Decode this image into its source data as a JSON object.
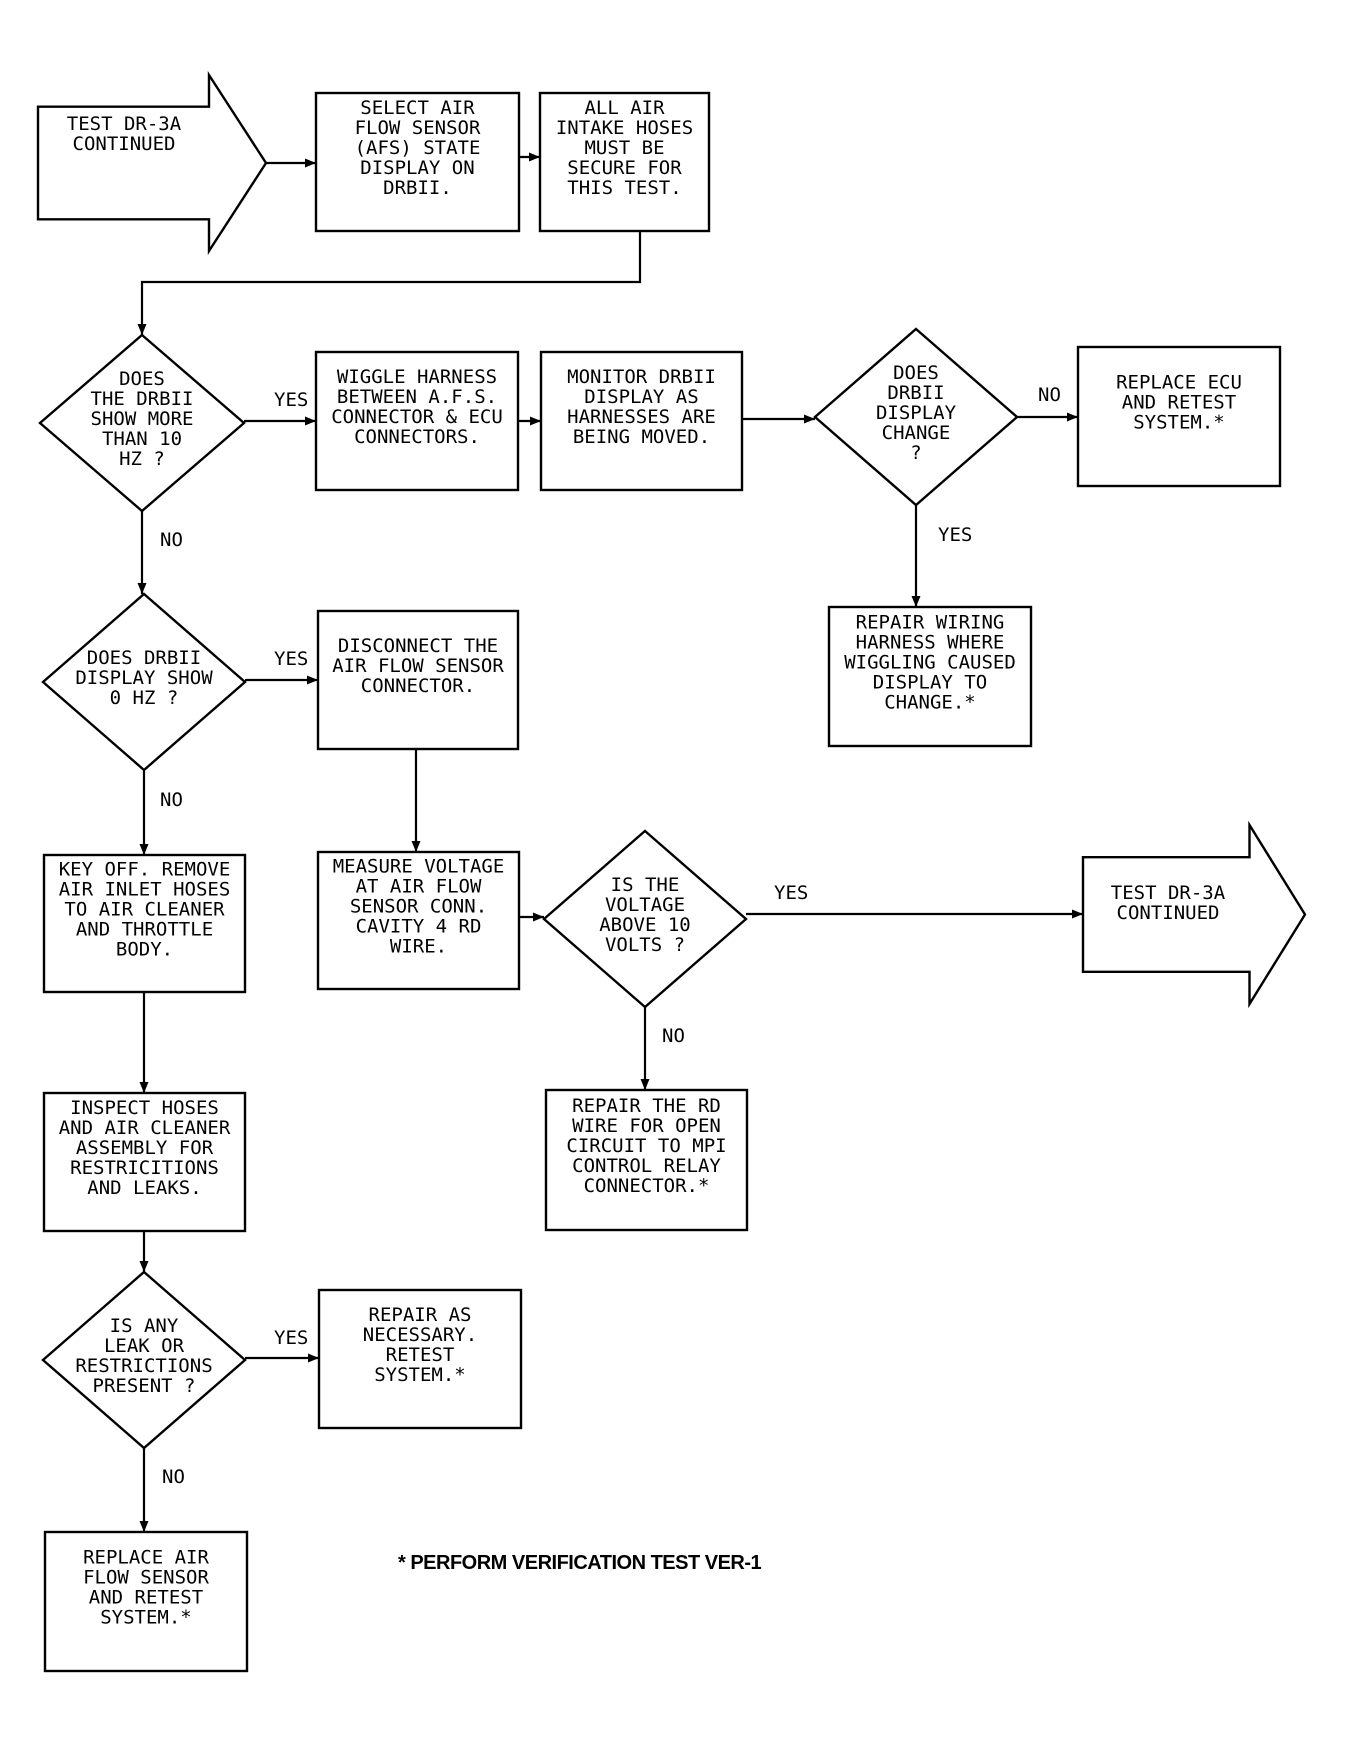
{
  "nodes": {
    "start": {
      "shape": "arrow",
      "lines": [
        "TEST DR-3A",
        "CONTINUED"
      ]
    },
    "select_afs": {
      "shape": "box",
      "lines": [
        "SELECT AIR",
        "FLOW SENSOR",
        "(AFS) STATE",
        "DISPLAY ON",
        "DRBII."
      ]
    },
    "intake_hoses": {
      "shape": "box",
      "lines": [
        "ALL AIR",
        "INTAKE HOSES",
        "MUST BE",
        "SECURE FOR",
        "THIS TEST."
      ]
    },
    "q_more_than_10": {
      "shape": "diamond",
      "lines": [
        "DOES",
        "THE DRBII",
        "SHOW MORE",
        "THAN 10",
        "HZ ?"
      ]
    },
    "wiggle": {
      "shape": "box",
      "lines": [
        "WIGGLE HARNESS",
        "BETWEEN A.F.S.",
        "CONNECTOR & ECU",
        "CONNECTORS."
      ]
    },
    "monitor": {
      "shape": "box",
      "lines": [
        "MONITOR DRBII",
        "DISPLAY AS",
        "HARNESSES ARE",
        "BEING MOVED."
      ]
    },
    "q_display_change": {
      "shape": "diamond",
      "lines": [
        "DOES",
        "DRBII",
        "DISPLAY",
        "CHANGE",
        "?"
      ]
    },
    "replace_ecu": {
      "shape": "box",
      "lines": [
        "REPLACE ECU",
        "AND RETEST",
        "SYSTEM.*"
      ]
    },
    "repair_wiring": {
      "shape": "box",
      "lines": [
        "REPAIR WIRING",
        "HARNESS WHERE",
        "WIGGLING CAUSED",
        "DISPLAY TO",
        "CHANGE.*"
      ]
    },
    "q_zero_hz": {
      "shape": "diamond",
      "lines": [
        "DOES DRBII",
        "DISPLAY SHOW",
        "0 HZ ?"
      ]
    },
    "disconnect": {
      "shape": "box",
      "lines": [
        "DISCONNECT THE",
        "AIR FLOW SENSOR",
        "CONNECTOR."
      ]
    },
    "key_off": {
      "shape": "box",
      "lines": [
        "KEY OFF. REMOVE",
        "AIR INLET HOSES",
        "TO AIR CLEANER",
        "AND THROTTLE",
        "BODY."
      ]
    },
    "measure_voltage": {
      "shape": "box",
      "lines": [
        "MEASURE VOLTAGE",
        "AT AIR FLOW",
        "SENSOR CONN.",
        "CAVITY 4 RD",
        "WIRE."
      ]
    },
    "q_voltage": {
      "shape": "diamond",
      "lines": [
        "IS THE",
        "VOLTAGE",
        "ABOVE 10",
        "VOLTS ?"
      ]
    },
    "end_continued": {
      "shape": "arrow",
      "lines": [
        "TEST DR-3A",
        "CONTINUED"
      ]
    },
    "repair_rd": {
      "shape": "box",
      "lines": [
        "REPAIR THE RD",
        "WIRE FOR OPEN",
        "CIRCUIT TO MPI",
        "CONTROL RELAY",
        "CONNECTOR.*"
      ]
    },
    "inspect": {
      "shape": "box",
      "lines": [
        "INSPECT HOSES",
        "AND AIR CLEANER",
        "ASSEMBLY FOR",
        "RESTRICITIONS",
        "AND LEAKS."
      ]
    },
    "q_leak": {
      "shape": "diamond",
      "lines": [
        "IS ANY",
        "LEAK OR",
        "RESTRICTIONS",
        "PRESENT ?"
      ]
    },
    "repair_as_needed": {
      "shape": "box",
      "lines": [
        "REPAIR AS",
        "NECESSARY.",
        "RETEST",
        "SYSTEM.*"
      ]
    },
    "replace_afs": {
      "shape": "box",
      "lines": [
        "REPLACE AIR",
        "FLOW SENSOR",
        "AND RETEST",
        "SYSTEM.*"
      ]
    }
  },
  "edges": [
    {
      "from": "start",
      "to": "select_afs",
      "label": ""
    },
    {
      "from": "select_afs",
      "to": "intake_hoses",
      "label": ""
    },
    {
      "from": "intake_hoses",
      "to": "q_more_than_10",
      "label": ""
    },
    {
      "from": "q_more_than_10",
      "to": "wiggle",
      "label": "YES"
    },
    {
      "from": "wiggle",
      "to": "monitor",
      "label": ""
    },
    {
      "from": "monitor",
      "to": "q_display_change",
      "label": ""
    },
    {
      "from": "q_display_change",
      "to": "replace_ecu",
      "label": "NO"
    },
    {
      "from": "q_display_change",
      "to": "repair_wiring",
      "label": "YES"
    },
    {
      "from": "q_more_than_10",
      "to": "q_zero_hz",
      "label": "NO"
    },
    {
      "from": "q_zero_hz",
      "to": "disconnect",
      "label": "YES"
    },
    {
      "from": "q_zero_hz",
      "to": "key_off",
      "label": "NO"
    },
    {
      "from": "disconnect",
      "to": "measure_voltage",
      "label": ""
    },
    {
      "from": "measure_voltage",
      "to": "q_voltage",
      "label": ""
    },
    {
      "from": "q_voltage",
      "to": "end_continued",
      "label": "YES"
    },
    {
      "from": "q_voltage",
      "to": "repair_rd",
      "label": "NO"
    },
    {
      "from": "key_off",
      "to": "inspect",
      "label": ""
    },
    {
      "from": "inspect",
      "to": "q_leak",
      "label": ""
    },
    {
      "from": "q_leak",
      "to": "repair_as_needed",
      "label": "YES"
    },
    {
      "from": "q_leak",
      "to": "replace_afs",
      "label": "NO"
    }
  ],
  "footnote": "* PERFORM VERIFICATION TEST VER-1"
}
